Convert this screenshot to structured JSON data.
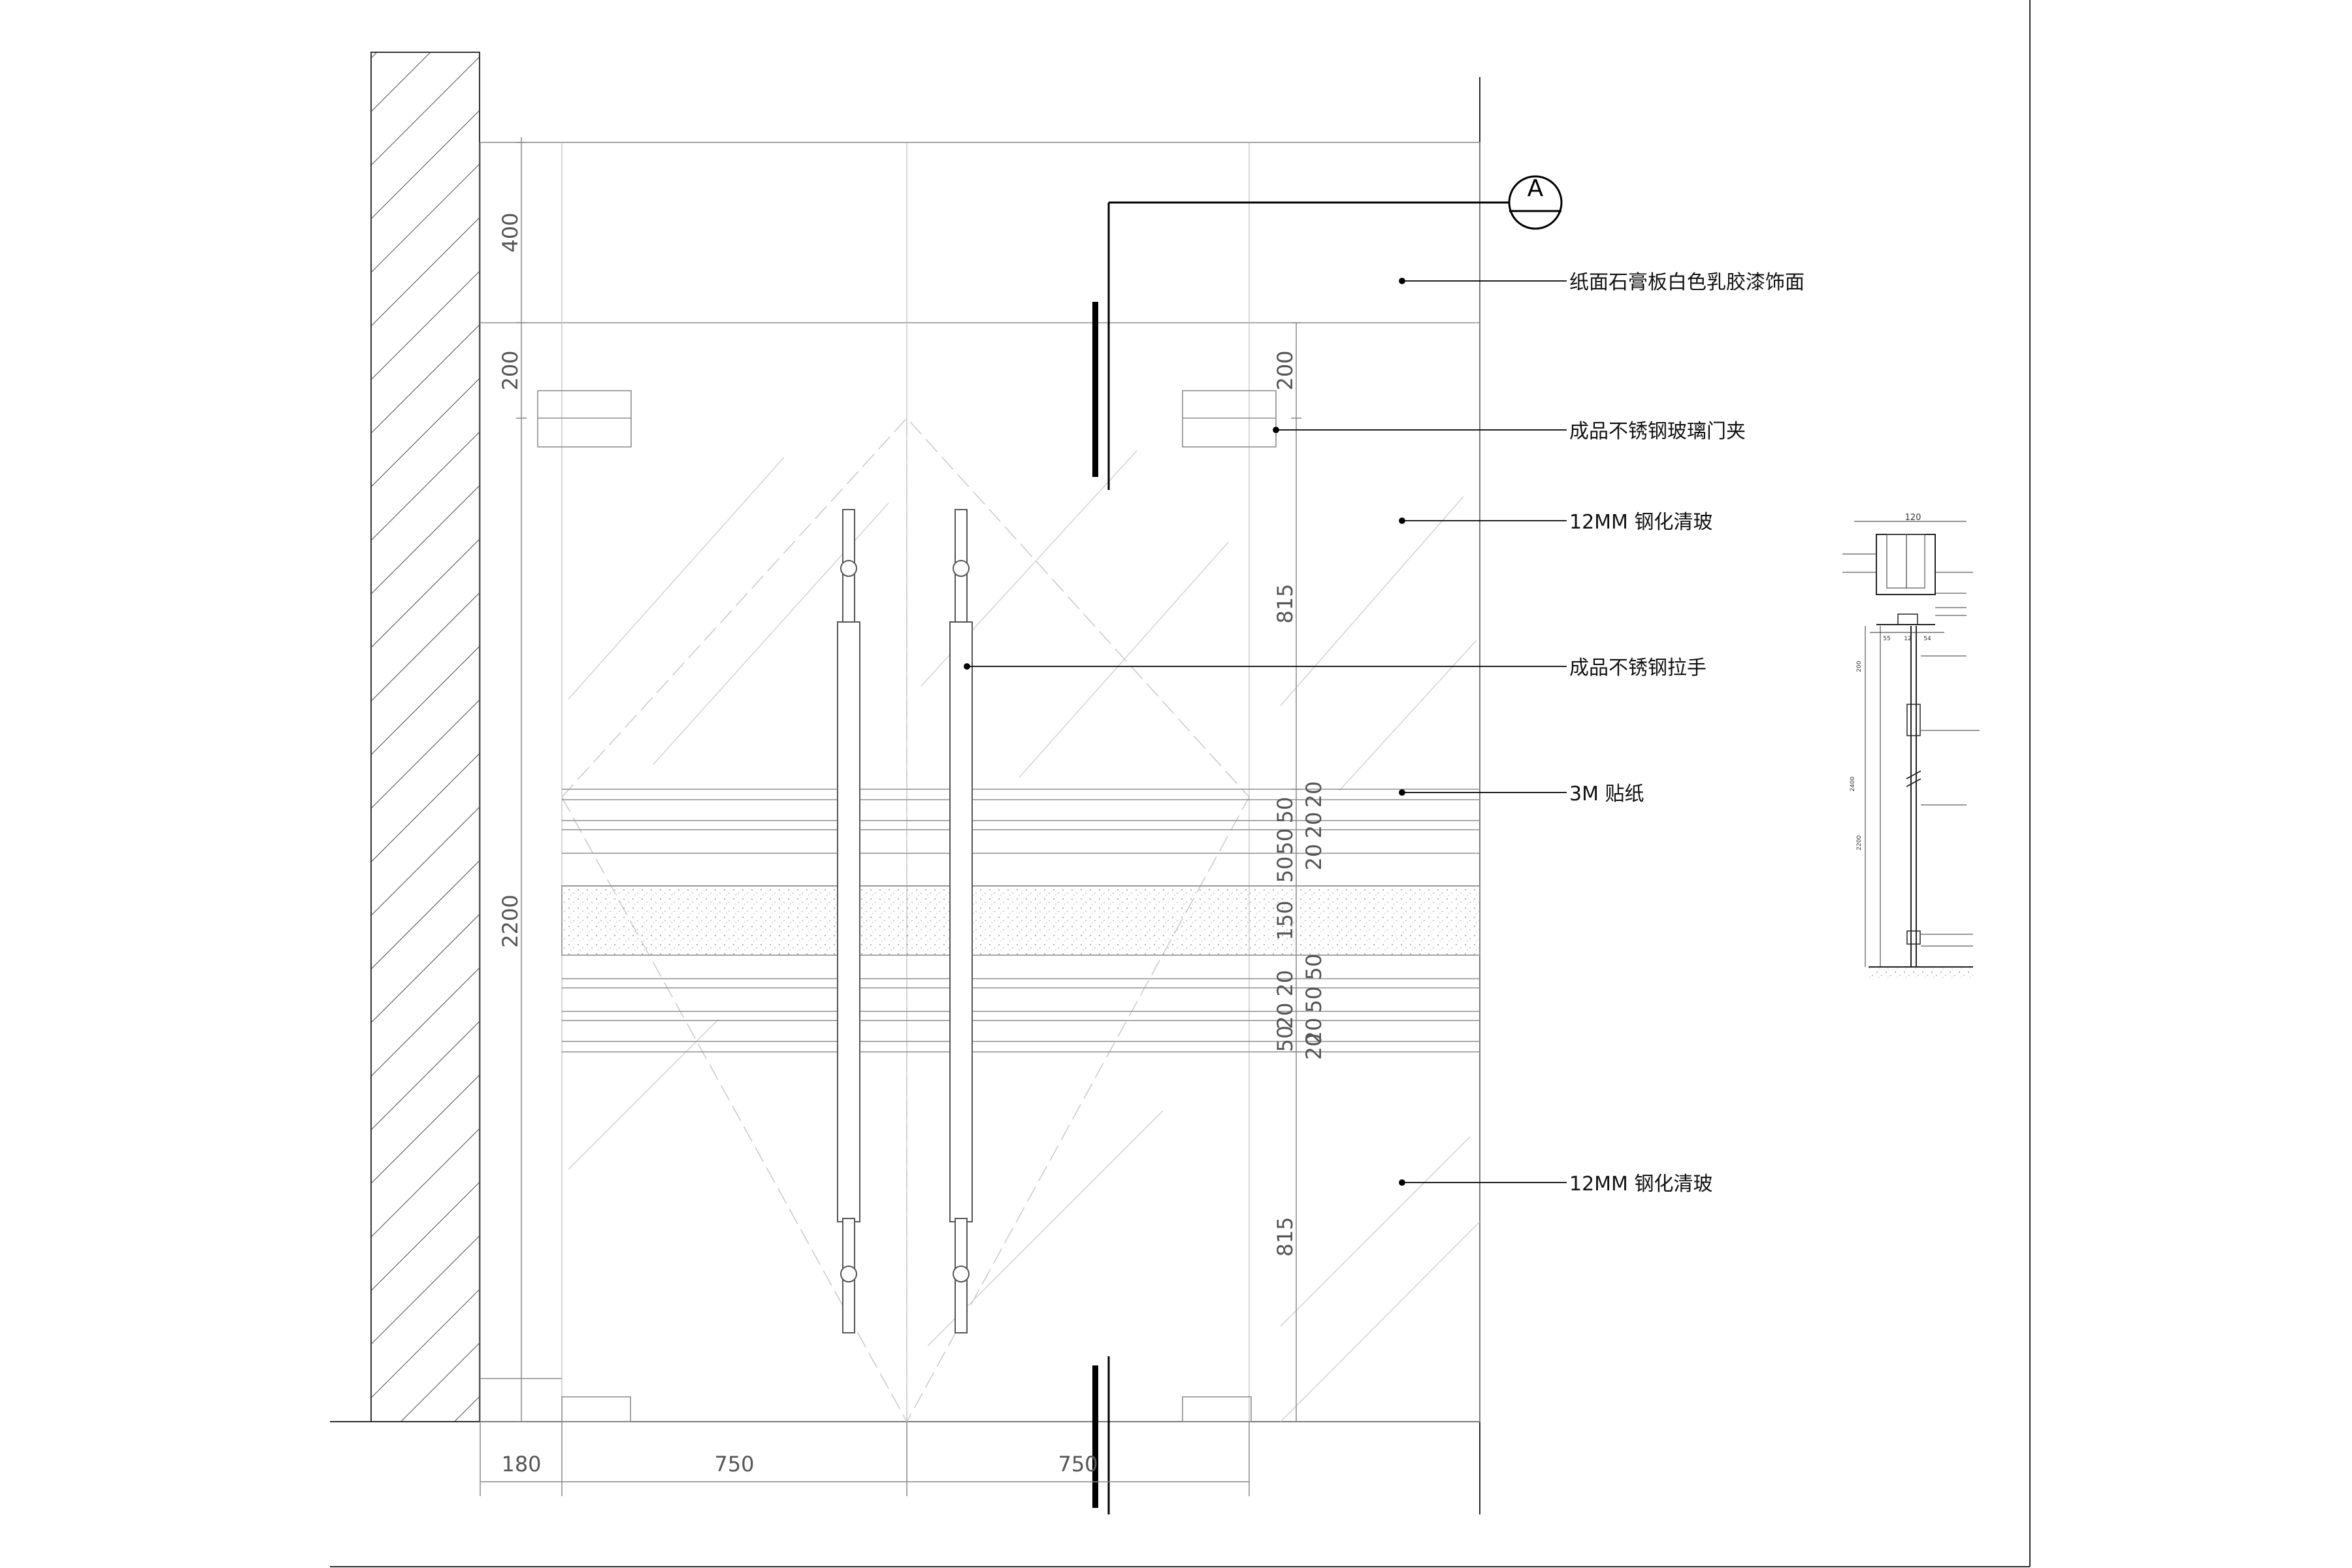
{
  "callout": {
    "symbol": "A"
  },
  "labels": [
    "纸面石膏板白色乳胶漆饰面",
    "成品不锈钢玻璃门夹",
    "12MM 钢化清玻",
    "成品不锈钢拉手",
    "3M 贴纸",
    "12MM 钢化清玻"
  ],
  "dims": {
    "left_vertical": [
      "400",
      "200",
      "2200"
    ],
    "right_vertical": [
      "200",
      "815",
      "815"
    ],
    "stripes_upper": [
      "20",
      "50",
      "20",
      "50",
      "20",
      "50"
    ],
    "stripes_middle": [
      "150",
      "50"
    ],
    "stripes_lower": [
      "20",
      "50",
      "20",
      "20",
      "50",
      "20"
    ],
    "bottom": [
      "180",
      "750",
      "750"
    ]
  },
  "section": {
    "top_width": "120",
    "mid_widths": [
      "55",
      "12",
      "54"
    ],
    "vertical": [
      "200",
      "2400",
      "2200"
    ]
  }
}
